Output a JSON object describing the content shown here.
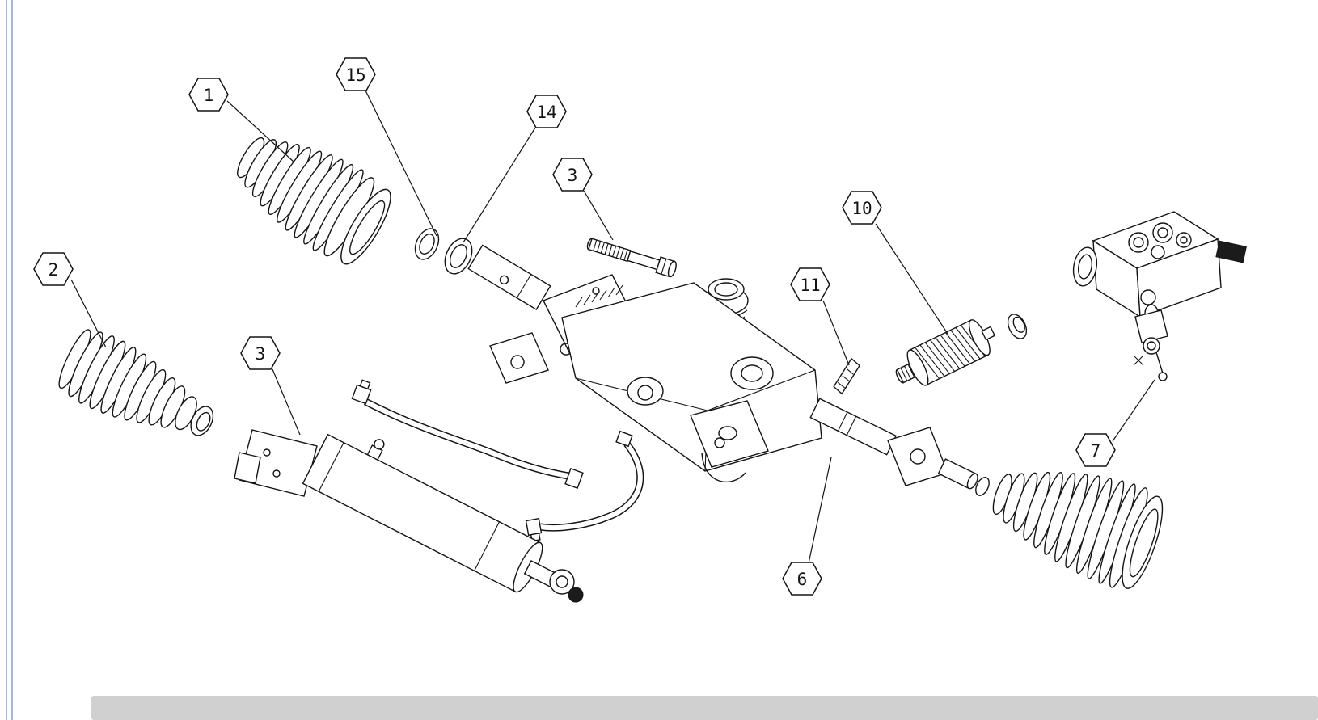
{
  "page": {
    "background_color": "#ffffff",
    "left_border_color": "#a8b4e4",
    "bottom_bar_color": "#d0d0d0"
  },
  "diagram": {
    "subject": "rack-and-pinion-steering-gear-exploded-view",
    "line_color": "#141414",
    "callouts": [
      {
        "id": "callout-1",
        "label": "1"
      },
      {
        "id": "callout-15",
        "label": "15"
      },
      {
        "id": "callout-14",
        "label": "14"
      },
      {
        "id": "callout-3-bolt",
        "label": "3"
      },
      {
        "id": "callout-10",
        "label": "10"
      },
      {
        "id": "callout-11",
        "label": "11"
      },
      {
        "id": "callout-2",
        "label": "2"
      },
      {
        "id": "callout-3-cyl",
        "label": "3"
      },
      {
        "id": "callout-7",
        "label": "7"
      },
      {
        "id": "callout-6",
        "label": "6"
      }
    ]
  }
}
